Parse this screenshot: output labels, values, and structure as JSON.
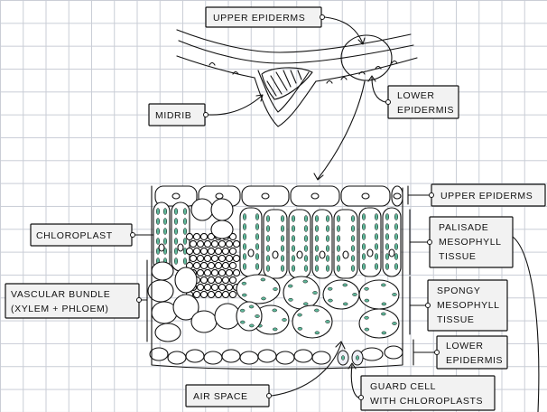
{
  "labels": {
    "upper_epiderms_top": "UPPER  EPIDERMS",
    "lower_epidermis_top": [
      "LOWER",
      "EPIDERMIS"
    ],
    "midrib": "MIDRIB",
    "upper_epiderms_right": "UPPER  EPIDERMS",
    "chloroplast": "CHLOROPLAST",
    "palisade": [
      "PALISADE",
      "MESOPHYLL",
      "TISSUE"
    ],
    "vascular_bundle": [
      "VASCULAR  BUNDLE",
      "(XYLEM + PHLOEM)"
    ],
    "spongy": [
      "SPONGY",
      "MESOPHYLL",
      "TISSUE"
    ],
    "lower_epidermis_right": [
      "LOWER",
      "EPIDERMIS"
    ],
    "air_space": "AIR  SPACE",
    "guard_cell": [
      "GUARD  CELL",
      "WITH  CHLOROPLASTS"
    ]
  },
  "colors": {
    "chloroplast": "#5fb89a",
    "grid": "#c9cdd6",
    "label_fill": "#f2f2f2",
    "ink": "#111111"
  }
}
